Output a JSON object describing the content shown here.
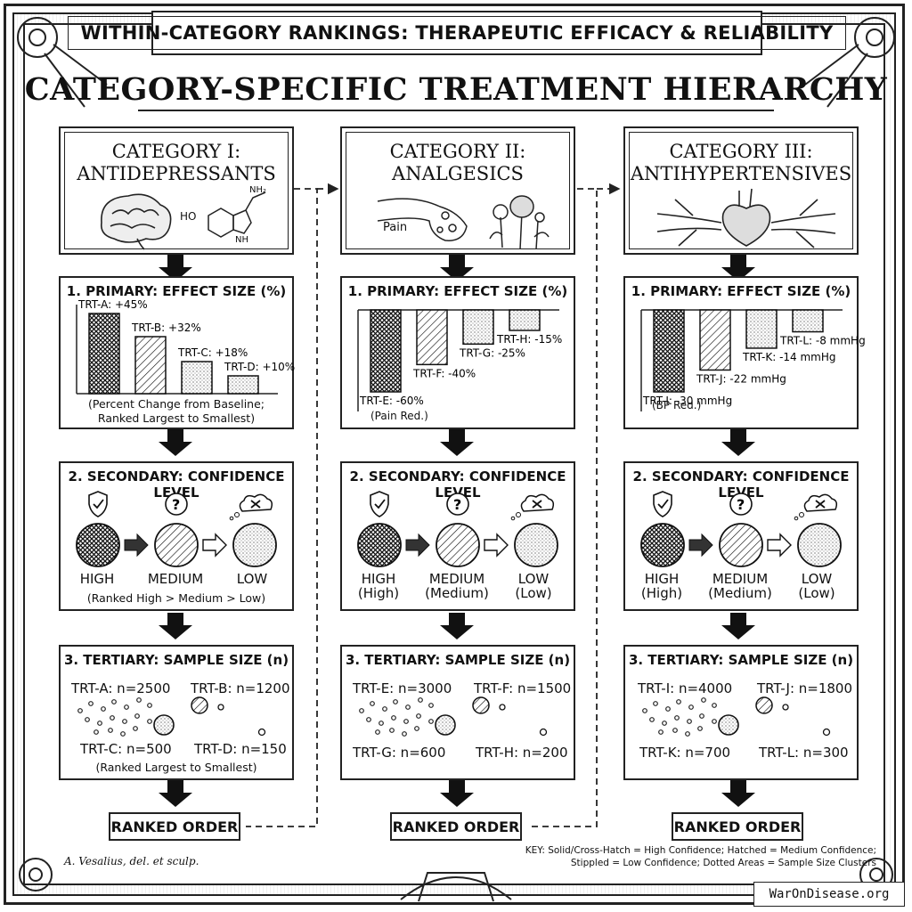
{
  "banner": "WITHIN-CATEGORY RANKINGS: THERAPEUTIC EFFICACY & RELIABILITY",
  "title": "CATEGORY-SPECIFIC TREATMENT HIERARCHY",
  "headings": {
    "primary": "1. PRIMARY: EFFECT SIZE (%)",
    "secondary": "2. SECONDARY: CONFIDENCE LEVEL",
    "tertiary": "3. TERTIARY: SAMPLE SIZE (n)",
    "ranked": "RANKED ORDER"
  },
  "categories": [
    {
      "title_line1": "CATEGORY I:",
      "title_line2": "ANTIDEPRESSANTS",
      "illustration": [
        "brain-icon",
        "molecule-icon"
      ],
      "molecule_labels": {
        "ho": "HO",
        "nh2": "NH₂",
        "nh": "NH"
      },
      "bars": [
        {
          "label": "TRT-A: +45%",
          "value": 45,
          "fill": "crosshatch"
        },
        {
          "label": "TRT-B: +32%",
          "value": 32,
          "fill": "hatch"
        },
        {
          "label": "TRT-C: +18%",
          "value": 18,
          "fill": "stipple"
        },
        {
          "label": "TRT-D: +10%",
          "value": 10,
          "fill": "stipple"
        }
      ],
      "caption_line1": "(Percent Change from Baseline;",
      "caption_line2": "Ranked Largest to Smallest)",
      "confidence": [
        {
          "label": "HIGH",
          "sub": ""
        },
        {
          "label": "MEDIUM",
          "sub": ""
        },
        {
          "label": "LOW",
          "sub": ""
        }
      ],
      "confidence_caption": "(Ranked High > Medium > Low)",
      "samples": [
        "TRT-A: n=2500",
        "TRT-B: n=1200",
        "TRT-C: n=500",
        "TRT-D: n=150"
      ],
      "sample_caption": "(Ranked Largest to Smallest)"
    },
    {
      "title_line1": "CATEGORY II:",
      "title_line2": "ANALGESICS",
      "illustration": [
        "neuron-icon",
        "poppy-icon"
      ],
      "pain_label": "Pain",
      "bars": [
        {
          "label": "TRT-E: -60%",
          "value": -60,
          "fill": "crosshatch"
        },
        {
          "label": "TRT-F: -40%",
          "value": -40,
          "fill": "hatch"
        },
        {
          "label": "TRT-G: -25%",
          "value": -25,
          "fill": "stipple"
        },
        {
          "label": "TRT-H: -15%",
          "value": -15,
          "fill": "stipple"
        }
      ],
      "bar_note": "(Pain Red.)",
      "confidence": [
        {
          "label": "HIGH",
          "sub": "(High)"
        },
        {
          "label": "MEDIUM",
          "sub": "(Medium)"
        },
        {
          "label": "LOW",
          "sub": "(Low)"
        }
      ],
      "samples": [
        "TRT-E: n=3000",
        "TRT-F: n=1500",
        "TRT-G: n=600",
        "TRT-H: n=200"
      ]
    },
    {
      "title_line1": "CATEGORY III:",
      "title_line2": "ANTIHYPERTENSIVES",
      "illustration": [
        "heart-icon"
      ],
      "bars": [
        {
          "label": "TRT-I: -30 mmHg",
          "value": -30,
          "fill": "crosshatch"
        },
        {
          "label": "TRT-J: -22 mmHg",
          "value": -22,
          "fill": "hatch"
        },
        {
          "label": "TRT-K: -14 mmHg",
          "value": -14,
          "fill": "stipple"
        },
        {
          "label": "TRT-L: -8 mmHg",
          "value": -8,
          "fill": "stipple"
        }
      ],
      "bar_note": "(BP Red.)",
      "confidence": [
        {
          "label": "HIGH",
          "sub": "(High)"
        },
        {
          "label": "MEDIUM",
          "sub": "(Medium)"
        },
        {
          "label": "LOW",
          "sub": "(Low)"
        }
      ],
      "samples": [
        "TRT-I: n=4000",
        "TRT-J: n=1800",
        "TRT-K: n=700",
        "TRT-L: n=300"
      ]
    }
  ],
  "credit": "A. Vesalius, del. et sculp.",
  "key_line1": "KEY: Solid/Cross-Hatch = High Confidence; Hatched = Medium Confidence;",
  "key_line2": "Stippled = Low Confidence; Dotted Areas = Sample Size Clusters",
  "watermark": "WarOnDisease.org"
}
